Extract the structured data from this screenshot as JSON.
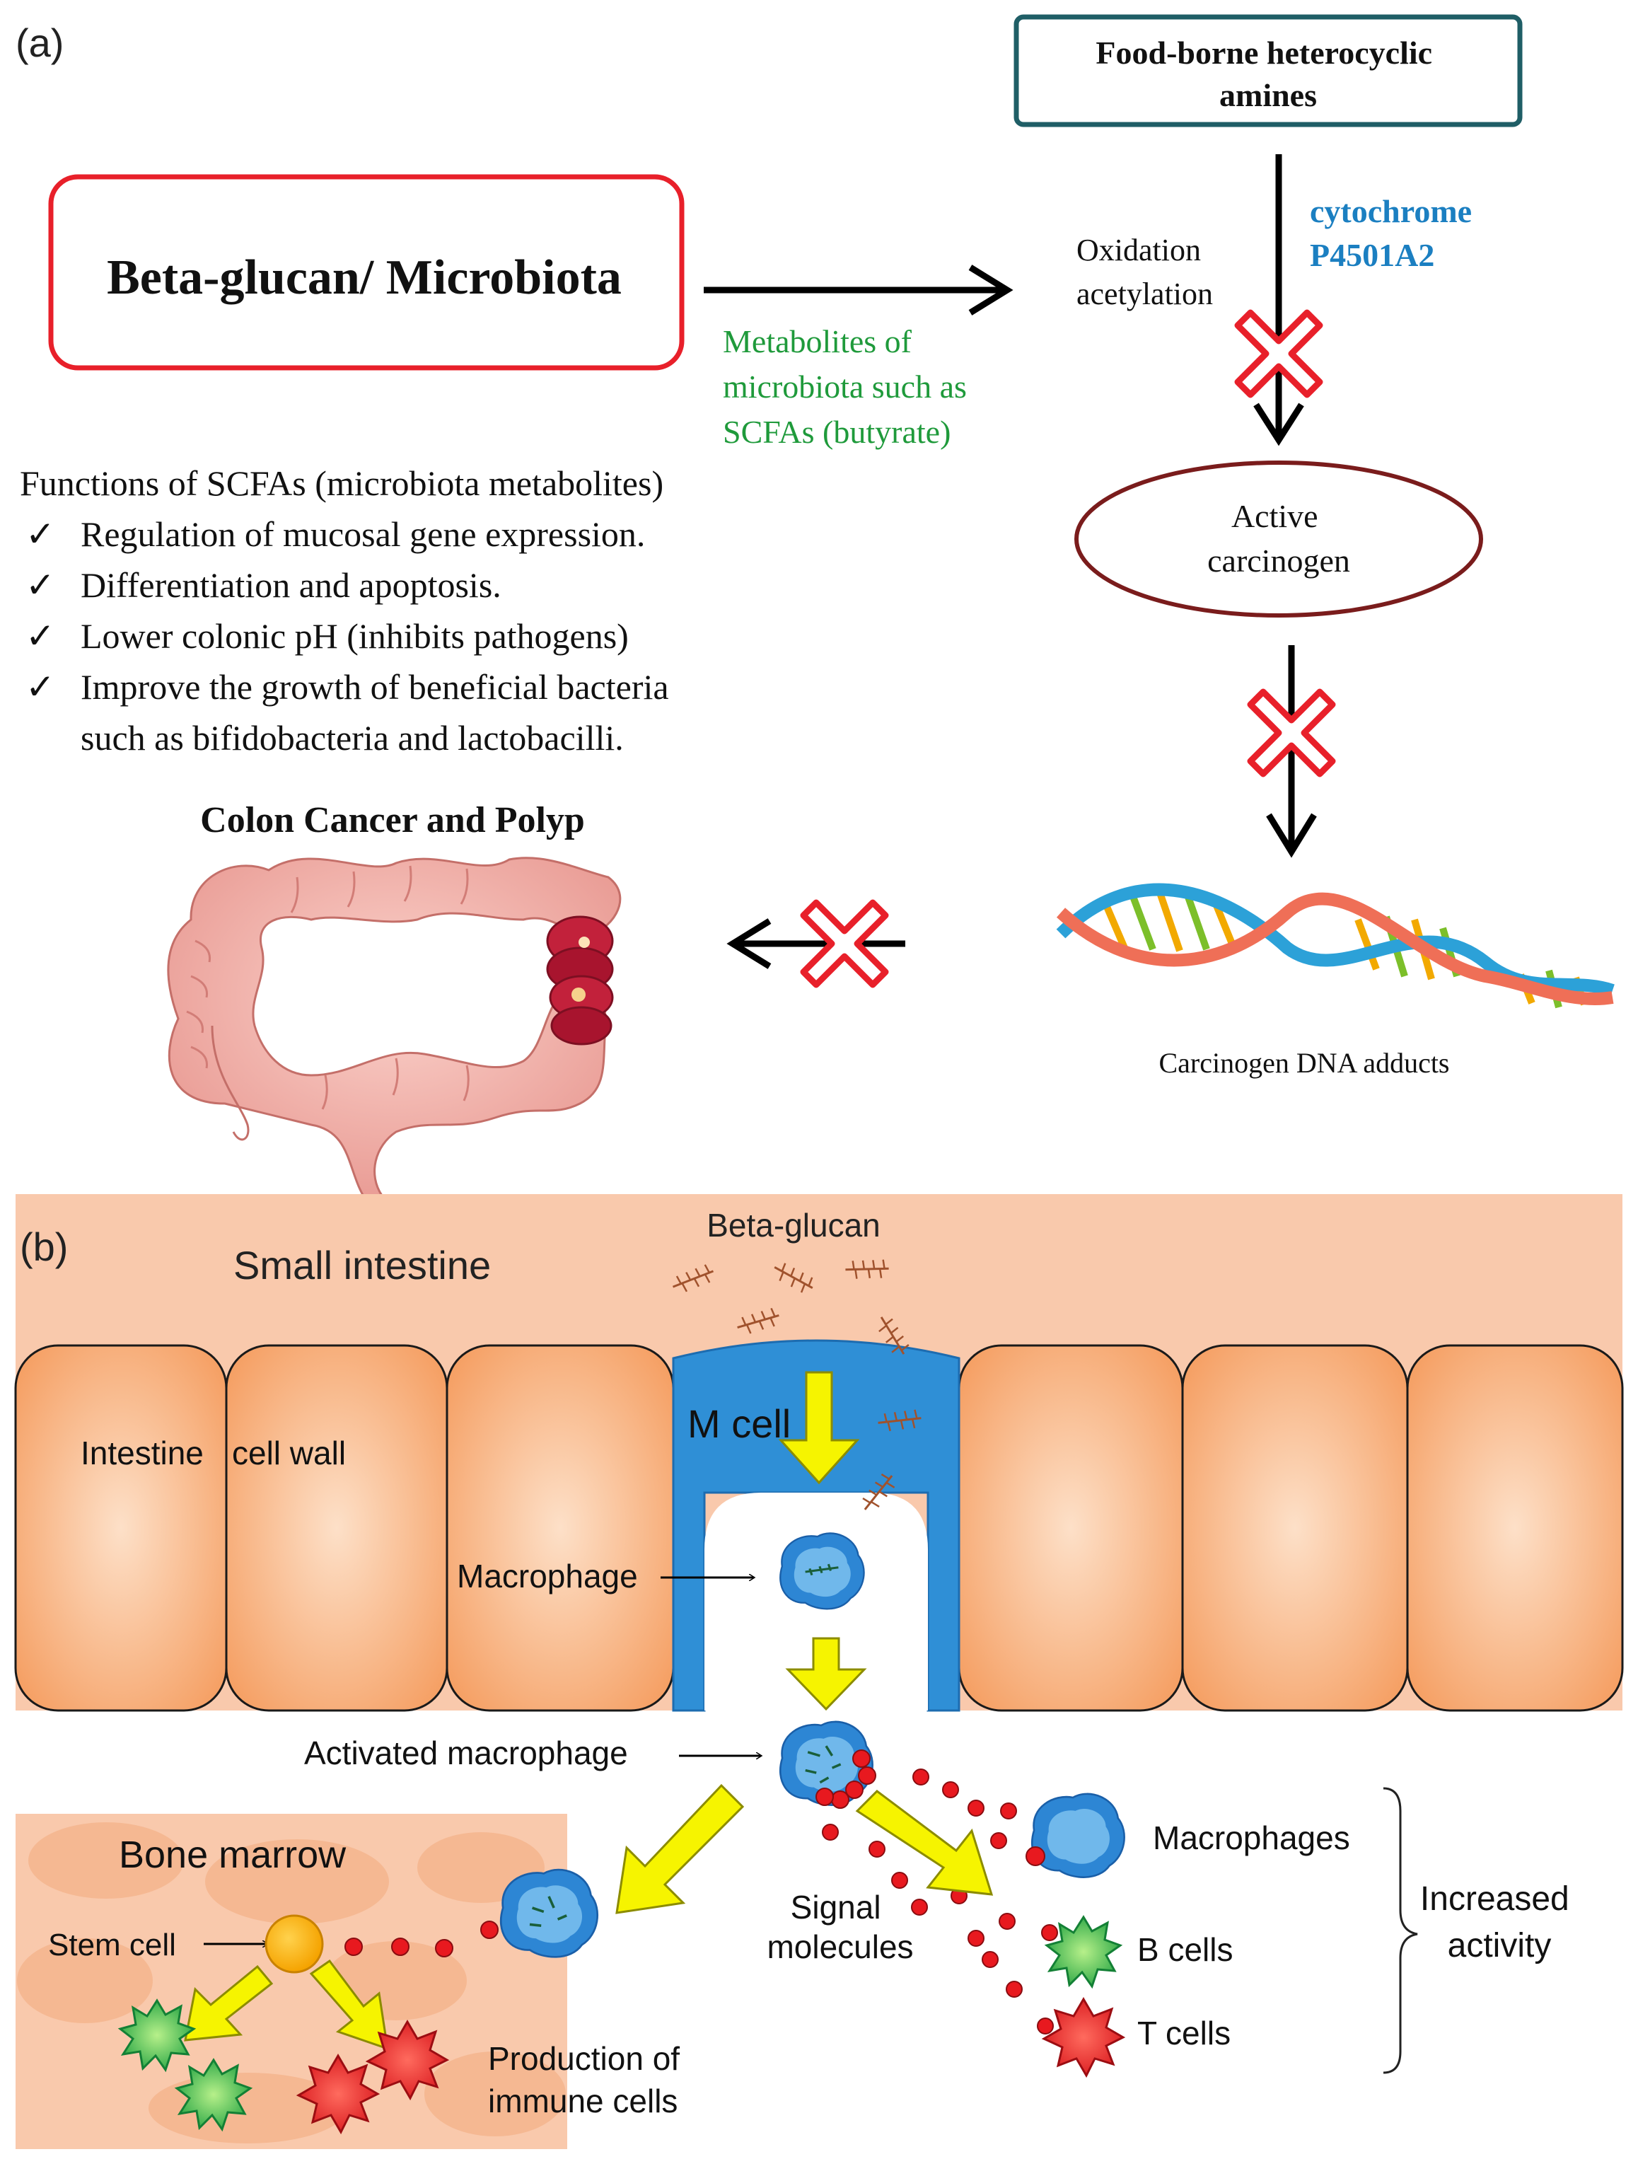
{
  "panel_a": {
    "label": "(a)",
    "food_box": {
      "line1": "Food-borne heterocyclic",
      "line2": "amines"
    },
    "beta_box": "Beta-glucan/ Microbiota",
    "enzyme": {
      "line1": "cytochrome",
      "line2": "P4501A2"
    },
    "oxidation": {
      "line1": "Oxidation",
      "line2": "acetylation"
    },
    "metabolites": {
      "line1": "Metabolites  of",
      "line2": "microbiota such as",
      "line3": "SCFAs (butyrate)"
    },
    "functions_title": "Functions of SCFAs (microbiota metabolites)",
    "functions": [
      "Regulation of mucosal  gene  expression.",
      "Differentiation  and  apoptosis.",
      "Lower  colonic pH  (inhibits  pathogens)",
      "Improve  the  growth  of beneficial  bacteria",
      "such as  bifidobacteria  and  lactobacilli."
    ],
    "check_mark": "✓",
    "active_carcinogen": {
      "line1": "Active",
      "line2": "carcinogen"
    },
    "colon_title": "Colon Cancer and Polyp",
    "dna_label": "Carcinogen  DNA adducts"
  },
  "panel_b": {
    "label": "(b)",
    "small_intestine": "Small intestine",
    "beta_glucan": "Beta-glucan",
    "m_cell": "M cell",
    "intestine_wall": {
      "left": "Intestine",
      "right": "cell wall"
    },
    "macrophage": "Macrophage",
    "activated_macrophage": "Activated macrophage",
    "bone_marrow": "Bone marrow",
    "stem_cell": "Stem cell",
    "signal": {
      "line1": "Signal",
      "line2": "molecules"
    },
    "macrophages": "Macrophages",
    "b_cells": "B cells",
    "t_cells": "T cells",
    "increased": {
      "line1": "Increased",
      "line2": "activity"
    },
    "production": {
      "line1": "Production of",
      "line2": "immune cells"
    }
  },
  "colors": {
    "red_box": "#e8202a",
    "teal_box": "#1f5e66",
    "enzyme_blue": "#1b7fc1",
    "metabolite_green": "#1f9a3b",
    "m_cell_blue": "#2f8fd6",
    "intestine_bg": "#f9c9ac",
    "cell_orange": "#f7a471",
    "arrow_yellow": "#f6f400",
    "signal_red": "#e8191f",
    "b_cell_green": "#22b14c",
    "t_cell_red": "#e5171e",
    "beta_glucan_brown": "#a0522d"
  }
}
